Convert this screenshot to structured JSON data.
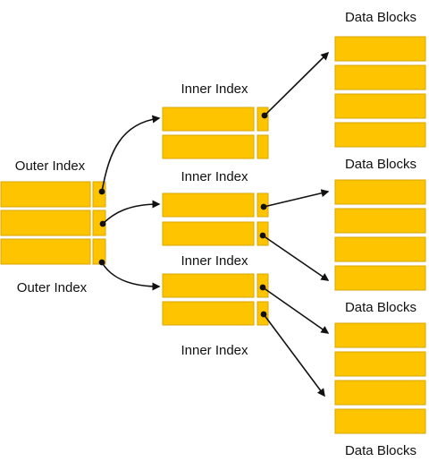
{
  "labels": {
    "outer_index_top": "Outer Index",
    "outer_index_bottom": "Outer Index",
    "inner_index_1": "Inner Index",
    "inner_index_2": "Inner Index",
    "inner_index_3": "Inner Index",
    "inner_index_4": "Inner Index",
    "data_blocks_1": "Data Blocks",
    "data_blocks_2": "Data Blocks",
    "data_blocks_3": "Data Blocks",
    "data_blocks_4": "Data Blocks"
  },
  "colors": {
    "block_fill": "#FFC400",
    "block_stroke": "#D9A600",
    "block_highlight": "#FFD54A",
    "arrow": "#111111"
  }
}
